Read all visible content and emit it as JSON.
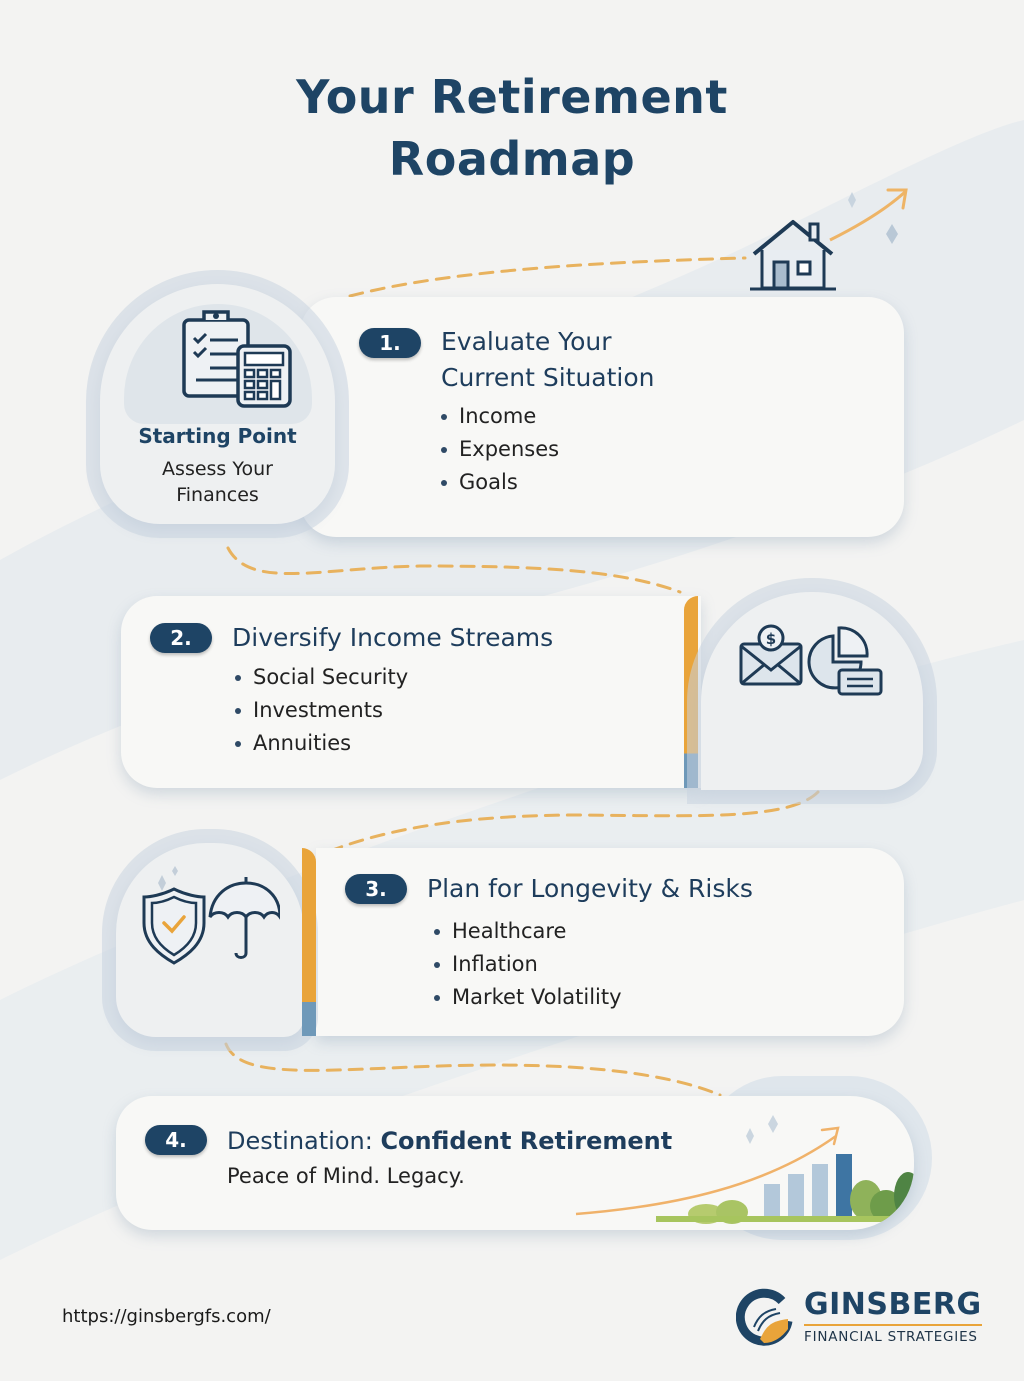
{
  "title": {
    "line1": "Your Retirement",
    "line2": "Roadmap"
  },
  "colors": {
    "navy": "#1e4465",
    "accent_orange": "#e9a43a",
    "accent_blue": "#6f99b9",
    "bg": "#f3f3f2",
    "card": "#f8f8f6"
  },
  "starting_point": {
    "icon": "clipboard-calculator-icon",
    "title": "Starting Point",
    "subtitle_line1": "Assess Your",
    "subtitle_line2": "Finances"
  },
  "destination_icon": "house-icon",
  "steps": [
    {
      "number": "1.",
      "title_line1": "Evaluate Your",
      "title_line2": "Current Situation",
      "bullets": [
        "Income",
        "Expenses",
        "Goals"
      ]
    },
    {
      "number": "2.",
      "title": "Diversify Income Streams",
      "bullets": [
        "Social Security",
        "Investments",
        "Annuities"
      ],
      "icon": "envelope-dollar-pie-chart-icon"
    },
    {
      "number": "3.",
      "title": "Plan for Longevity & Risks",
      "bullets": [
        "Healthcare",
        "Inflation",
        "Market Volatility"
      ],
      "icon": "shield-umbrella-icon"
    },
    {
      "number": "4.",
      "title_prefix": "Destination: ",
      "title_bold": "Confident Retirement",
      "subtitle": "Peace of Mind. Legacy.",
      "icon": "growth-bar-chart-icon"
    }
  ],
  "footer": {
    "url": "https://ginsbergfs.com/",
    "logo_name": "GINSBERG",
    "logo_sub": "FINANCIAL STRATEGIES"
  }
}
